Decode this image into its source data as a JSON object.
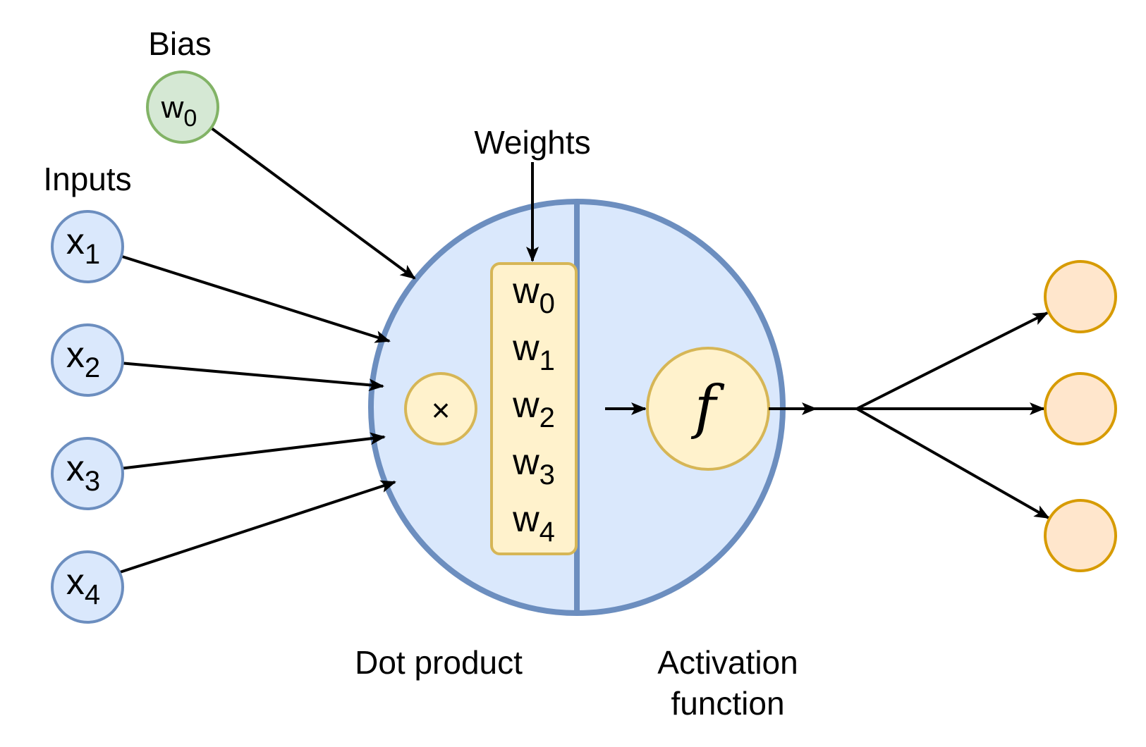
{
  "labels": {
    "bias": "Bias",
    "inputs": "Inputs",
    "weights": "Weights",
    "dot_product": "Dot product",
    "activation_line1": "Activation",
    "activation_line2": "function"
  },
  "bias_node": {
    "base": "w",
    "sub": "0"
  },
  "input_nodes": [
    {
      "base": "x",
      "sub": "1"
    },
    {
      "base": "x",
      "sub": "2"
    },
    {
      "base": "x",
      "sub": "3"
    },
    {
      "base": "x",
      "sub": "4"
    }
  ],
  "weights": [
    {
      "base": "w",
      "sub": "0"
    },
    {
      "base": "w",
      "sub": "1"
    },
    {
      "base": "w",
      "sub": "2"
    },
    {
      "base": "w",
      "sub": "3"
    },
    {
      "base": "w",
      "sub": "4"
    }
  ],
  "multiply_symbol": "×",
  "activation_symbol": "f",
  "output_node_count": 3,
  "colors": {
    "input_fill": "#dae8fc",
    "input_stroke": "#6c8ebf",
    "bias_fill": "#d5e8d4",
    "bias_stroke": "#82b366",
    "neuron_fill": "#dae8fc",
    "neuron_stroke": "#6c8ebf",
    "weights_fill": "#fff2cc",
    "weights_stroke": "#d6b656",
    "output_fill": "#ffe6cc",
    "output_stroke": "#d79b00"
  }
}
